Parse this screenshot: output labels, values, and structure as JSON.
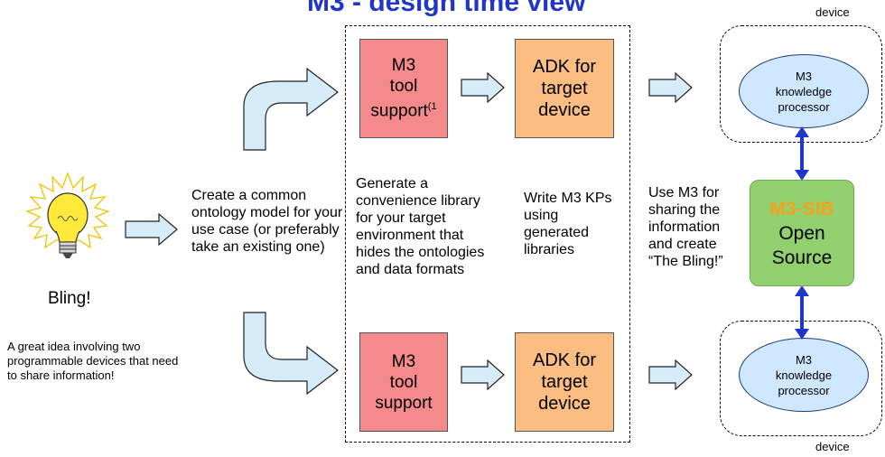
{
  "title": "M3 - design time view",
  "device_top_label": "device",
  "device_bottom_label": "device",
  "bulb_caption": "Bling!",
  "bulb_description": "A great idea involving two programmable devices that need to share information!",
  "step1_text": "Create a common ontology model for your use case (or preferably take an existing one)",
  "m3_tool_top": {
    "line1": "M3",
    "line2": "tool",
    "line3": "support",
    "footnote": "(1"
  },
  "m3_tool_bottom": {
    "line1": "M3",
    "line2": "tool",
    "line3": "support"
  },
  "adk_top": {
    "line1": "ADK for",
    "line2": "target",
    "line3": "device"
  },
  "adk_bottom": {
    "line1": "ADK for",
    "line2": "target",
    "line3": "device"
  },
  "generate_text": "Generate a convenience library for your target environment that hides the ontologies and data formats",
  "write_text": "Write M3 KPs using generated libraries",
  "use_text": "Use M3 for sharing the information and create “The Bling!”",
  "kp_top": {
    "line1": "M3",
    "line2": "knowledge",
    "line3": "processor"
  },
  "kp_bottom": {
    "line1": "M3",
    "line2": "knowledge",
    "line3": "processor"
  },
  "sib": {
    "line1": "M3-SIB",
    "line2": "Open",
    "line3": "Source"
  },
  "colors": {
    "title": "#1f36c8",
    "m3_tool": "#f48a8c",
    "adk": "#fbbd82",
    "kp": "#cfe8ff",
    "sib": "#92cf6e",
    "sib_highlight": "#f7a21a",
    "arrow_fill": "#d6ecf8",
    "connector": "#1f36c8"
  }
}
